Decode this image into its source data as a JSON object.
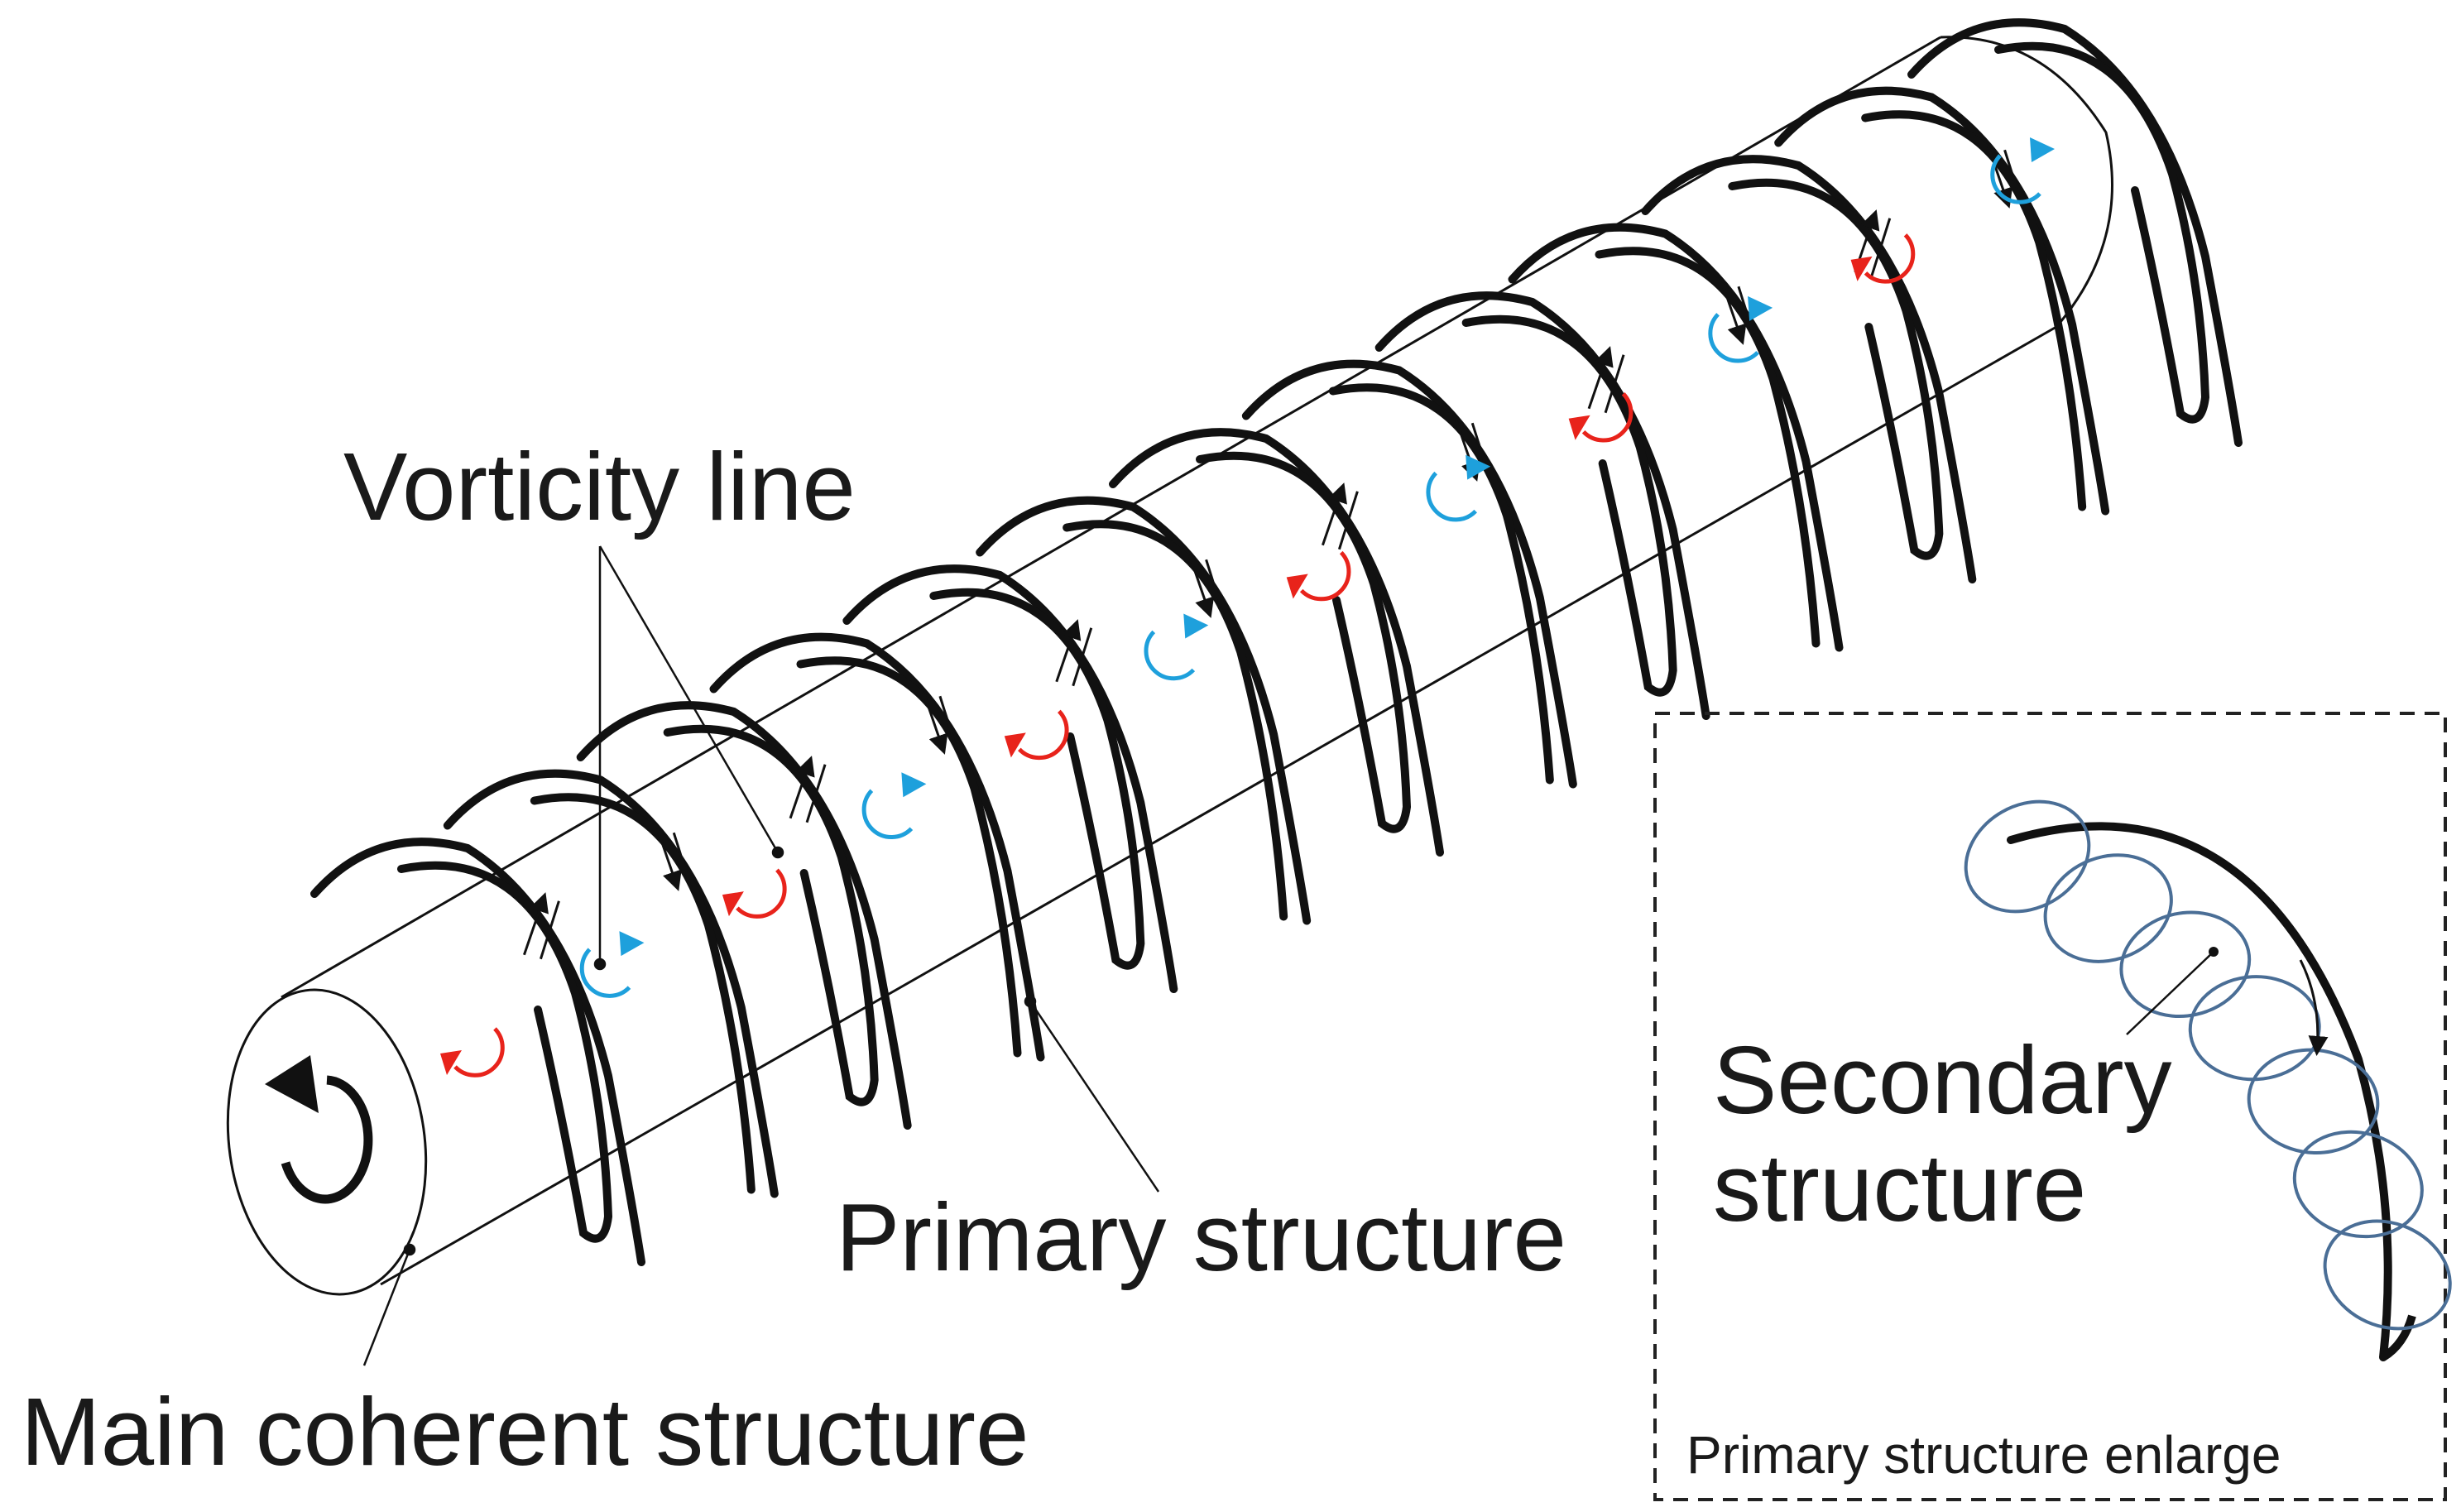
{
  "labels": {
    "vorticity_line": "Vorticity line",
    "primary_structure": "Primary structure",
    "main_coherent_structure": "Main coherent structure",
    "secondary_structure_line1": "Secondary",
    "secondary_structure_line2": "structure",
    "inset_caption": "Primary structure enlarge"
  },
  "colors": {
    "outline": "#111111",
    "counterclockwise_vortex": "#e8231b",
    "clockwise_vortex": "#1ea0dc",
    "secondary_helix": "#4a6e96",
    "inset_border": "#222222"
  },
  "vortex_sequence": [
    "red",
    "blue",
    "red",
    "blue",
    "red",
    "blue",
    "red",
    "blue",
    "red",
    "blue",
    "red",
    "blue"
  ],
  "rings_count": 13
}
